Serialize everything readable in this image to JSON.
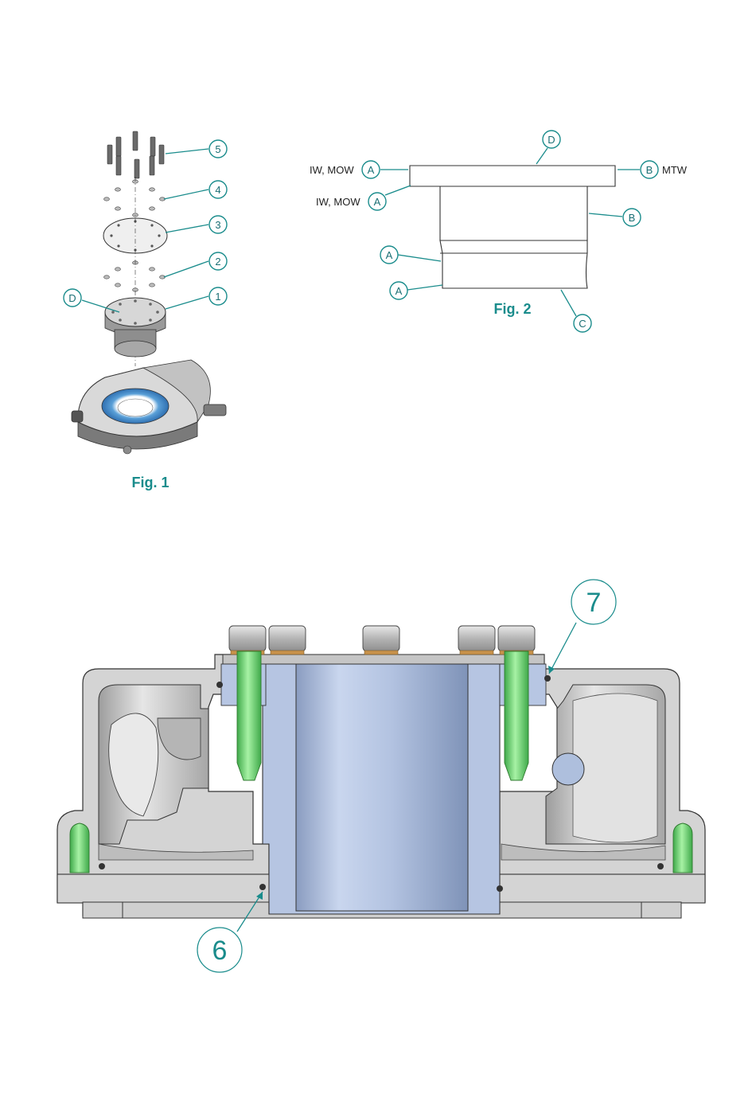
{
  "figure1": {
    "caption": "Fig. 1",
    "callouts": {
      "c5": "5",
      "c4": "4",
      "c3": "3",
      "c2": "2",
      "c1": "1",
      "cD": "D"
    }
  },
  "figure2": {
    "caption": "Fig. 2",
    "callouts": {
      "top_d": "D",
      "top_left_a": "A",
      "mid_left_a": "A",
      "top_right_b": "B",
      "mid_right_b": "B",
      "low_left_a1": "A",
      "low_left_a2": "A",
      "bottom_c": "C"
    },
    "labels": {
      "iw_mow_1": "IW, MOW",
      "iw_mow_2": "IW, MOW",
      "mtw": "MTW"
    }
  },
  "figure3": {
    "callouts": {
      "c7": "7",
      "c6": "6"
    }
  },
  "colors": {
    "accent": "#1a8c8c",
    "steel": "#c9cbcd",
    "bushing_blue": "#b4c3dd",
    "bolt_green": "#7fe07f",
    "bronze": "#c8924a"
  }
}
